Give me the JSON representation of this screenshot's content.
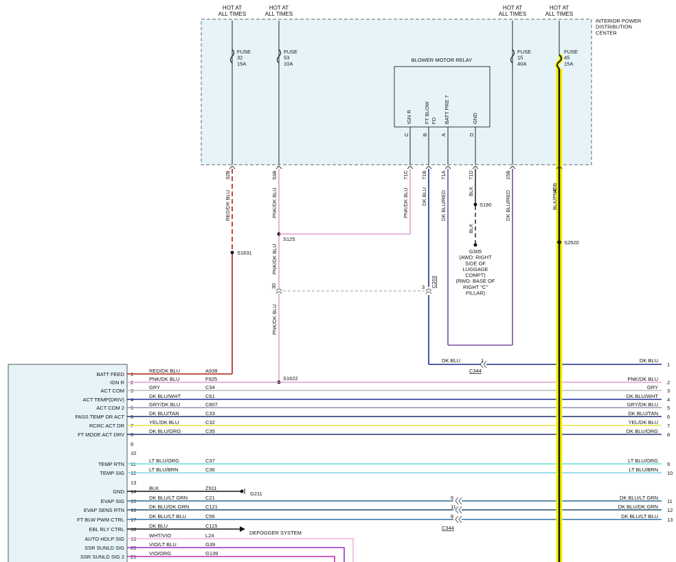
{
  "top_labels": [
    "HOT AT\nALL TIMES",
    "HOT AT\nALL TIMES",
    "HOT AT\nALL TIMES",
    "HOT AT\nALL TIMES"
  ],
  "ipdc_label": "INTERIOR POWER\nDISTRIBUTION\nCENTER",
  "fuses": [
    {
      "label": "FUSE\n32\n15A"
    },
    {
      "label": "FUSE\n53\n10A"
    },
    {
      "label": "FUSE\n15\n40A"
    },
    {
      "label": "FUSE\n45\n15A"
    }
  ],
  "relay": {
    "title": "BLOWER MOTOR RELAY",
    "pins": [
      {
        "name": "IGN R",
        "letter": "C"
      },
      {
        "name": "FT BLOW\nFD",
        "letter": "B"
      },
      {
        "name": "BATT PRE 7",
        "letter": "A"
      },
      {
        "name": "GND",
        "letter": "D"
      }
    ]
  },
  "cavities": [
    "32B",
    "53B",
    "71C",
    "71B",
    "71A",
    "71D",
    "15B",
    "45B"
  ],
  "vertical_wires": {
    "w32": "RED/DK BLU",
    "w53": "PNK/DK BLU",
    "w71c": "PNK/DK BLU",
    "w71b": "DK BLU",
    "w71a": "DK BLU/RED",
    "w71d": "BLK",
    "w71d_lower": "BLK",
    "w15": "DK BLU/RED",
    "w45": "BLK/PNK",
    "w53_mid": "PNK/DK BLU",
    "w53_low": "PNK/DK BLU"
  },
  "splices": {
    "s190": "S190",
    "s125": "S125",
    "s1631": "S1631",
    "s2920": "S2920",
    "s1622": "S1622"
  },
  "ground_g305": "G305\n(AWD: RIGHT\nSIDE OF\nLUGGAGE\nCOMPT)\n(RWD: BASE OF\nRIGHT \"C\"\nPILLAR)",
  "c203": {
    "name": "C203",
    "pin_left": "30",
    "pin_right": "3"
  },
  "c344_top": {
    "name": "C344",
    "pin": "1",
    "wire": "DK BLU",
    "right_wire": "DK BLU",
    "right_pin": "1"
  },
  "c344_bottom": {
    "name": "C344",
    "pins": [
      "6",
      "11",
      "8"
    ]
  },
  "module_rows": [
    {
      "label": "BATT FEED",
      "pin": "1",
      "wire": "RED/DK BLU",
      "circuit": "A938",
      "right_label": "",
      "right_pin": "",
      "color": "#b01818"
    },
    {
      "label": "IGN R",
      "pin": "2",
      "wire": "PNK/DK BLU",
      "circuit": "F925",
      "right_label": "PNK/DK BLU",
      "right_pin": "2",
      "color": "#e0a0cf"
    },
    {
      "label": "ACT COM",
      "pin": "3",
      "wire": "GRY",
      "circuit": "C34",
      "right_label": "GRY",
      "right_pin": "3",
      "color": "#b8b8b8"
    },
    {
      "label": "ACT TEMP(DRIV)",
      "pin": "4",
      "wire": "DK BLU/WHT",
      "circuit": "C61",
      "right_label": "DK BLU/WHT",
      "right_pin": "4",
      "color": "#1a2f96"
    },
    {
      "label": "ACT COM 2",
      "pin": "5",
      "wire": "GRY/DK BLU",
      "circuit": "C807",
      "right_label": "GRY/DK BLU",
      "right_pin": "5",
      "color": "#8a94b8"
    },
    {
      "label": "PASS TEMP DR ACT",
      "pin": "6",
      "wire": "DK BLU/TAN",
      "circuit": "C33",
      "right_label": "DK BLU/TAN",
      "right_pin": "6",
      "color": "#1e2e6e"
    },
    {
      "label": "RCRC ACT DR",
      "pin": "7",
      "wire": "YEL/DK BLU",
      "circuit": "C32",
      "right_label": "YEL/DK BLU",
      "right_pin": "7",
      "color": "#e6e24a"
    },
    {
      "label": "FT MODE ACT DRV",
      "pin": "8",
      "wire": "DK BLU/ORG",
      "circuit": "C35",
      "right_label": "DK BLU/ORG",
      "right_pin": "8",
      "color": "#26327a"
    },
    {
      "label": "",
      "pin": "9",
      "wire": "",
      "circuit": "",
      "right_label": "",
      "right_pin": "",
      "color": ""
    },
    {
      "label": "",
      "pin": "10",
      "wire": "",
      "circuit": "",
      "right_label": "",
      "right_pin": "",
      "color": ""
    },
    {
      "label": "TEMP RTN",
      "pin": "11",
      "wire": "LT BLU/ORG",
      "circuit": "C37",
      "right_label": "LT BLU/ORG",
      "right_pin": "9",
      "color": "#5ee0d6"
    },
    {
      "label": "TEMP SIG",
      "pin": "12",
      "wire": "LT BLU/BRN",
      "circuit": "C36",
      "right_label": "LT BLU/BRN",
      "right_pin": "10",
      "color": "#7fd0e6"
    },
    {
      "label": "",
      "pin": "13",
      "wire": "",
      "circuit": "",
      "right_label": "",
      "right_pin": "",
      "color": ""
    },
    {
      "label": "GND",
      "pin": "14",
      "wire": "BLK",
      "circuit": "Z911",
      "right_label": "",
      "right_pin": "",
      "color": "#111111"
    },
    {
      "label": "EVAP SIG",
      "pin": "15",
      "wire": "DK BLU/LT GRN",
      "circuit": "C21",
      "right_label": "DK BLU/LT GRN",
      "right_pin": "11",
      "color": "#2a6a86"
    },
    {
      "label": "EVAP SENS RTN",
      "pin": "16",
      "wire": "DK BLU/DK GRN",
      "circuit": "C121",
      "right_label": "DK BLU/DK GRN",
      "right_pin": "12",
      "color": "#1e4a6a"
    },
    {
      "label": "FT BLW PWM CTRL",
      "pin": "17",
      "wire": "DK BLU/LT BLU",
      "circuit": "C56",
      "right_label": "DK BLU/LT BLU",
      "right_pin": "13",
      "color": "#2a70a6"
    },
    {
      "label": "EBL RLY CTRL",
      "pin": "18",
      "wire": "DK BLU",
      "circuit": "C115",
      "right_label": "",
      "right_pin": "",
      "color": "#111c70"
    },
    {
      "label": "AUTO HDLP SIG",
      "pin": "19",
      "wire": "WHT/VIO",
      "circuit": "L24",
      "right_label": "",
      "right_pin": "",
      "color": "#f4b0e4"
    },
    {
      "label": "SSR SUNLD SIG",
      "pin": "20",
      "wire": "VIO/LT BLU",
      "circuit": "G39",
      "right_label": "",
      "right_pin": "",
      "color": "#9a2ad6"
    },
    {
      "label": "SSR SUNLD SIG 2",
      "pin": "21",
      "wire": "VIO/ORG",
      "circuit": "G139",
      "right_label": "",
      "right_pin": "",
      "color": "#c02ab0"
    }
  ],
  "g211": "G211",
  "defogger": "DEFOGGER SYSTEM",
  "colors": {
    "ipdc_fill": "#e6f4fa",
    "red": "#b01818",
    "pink": "#e0a0cf",
    "dkblu": "#1a2a8a",
    "violet": "#7a4aa0",
    "yellow": "#f5f000",
    "module_fill": "#e6f4fa"
  }
}
